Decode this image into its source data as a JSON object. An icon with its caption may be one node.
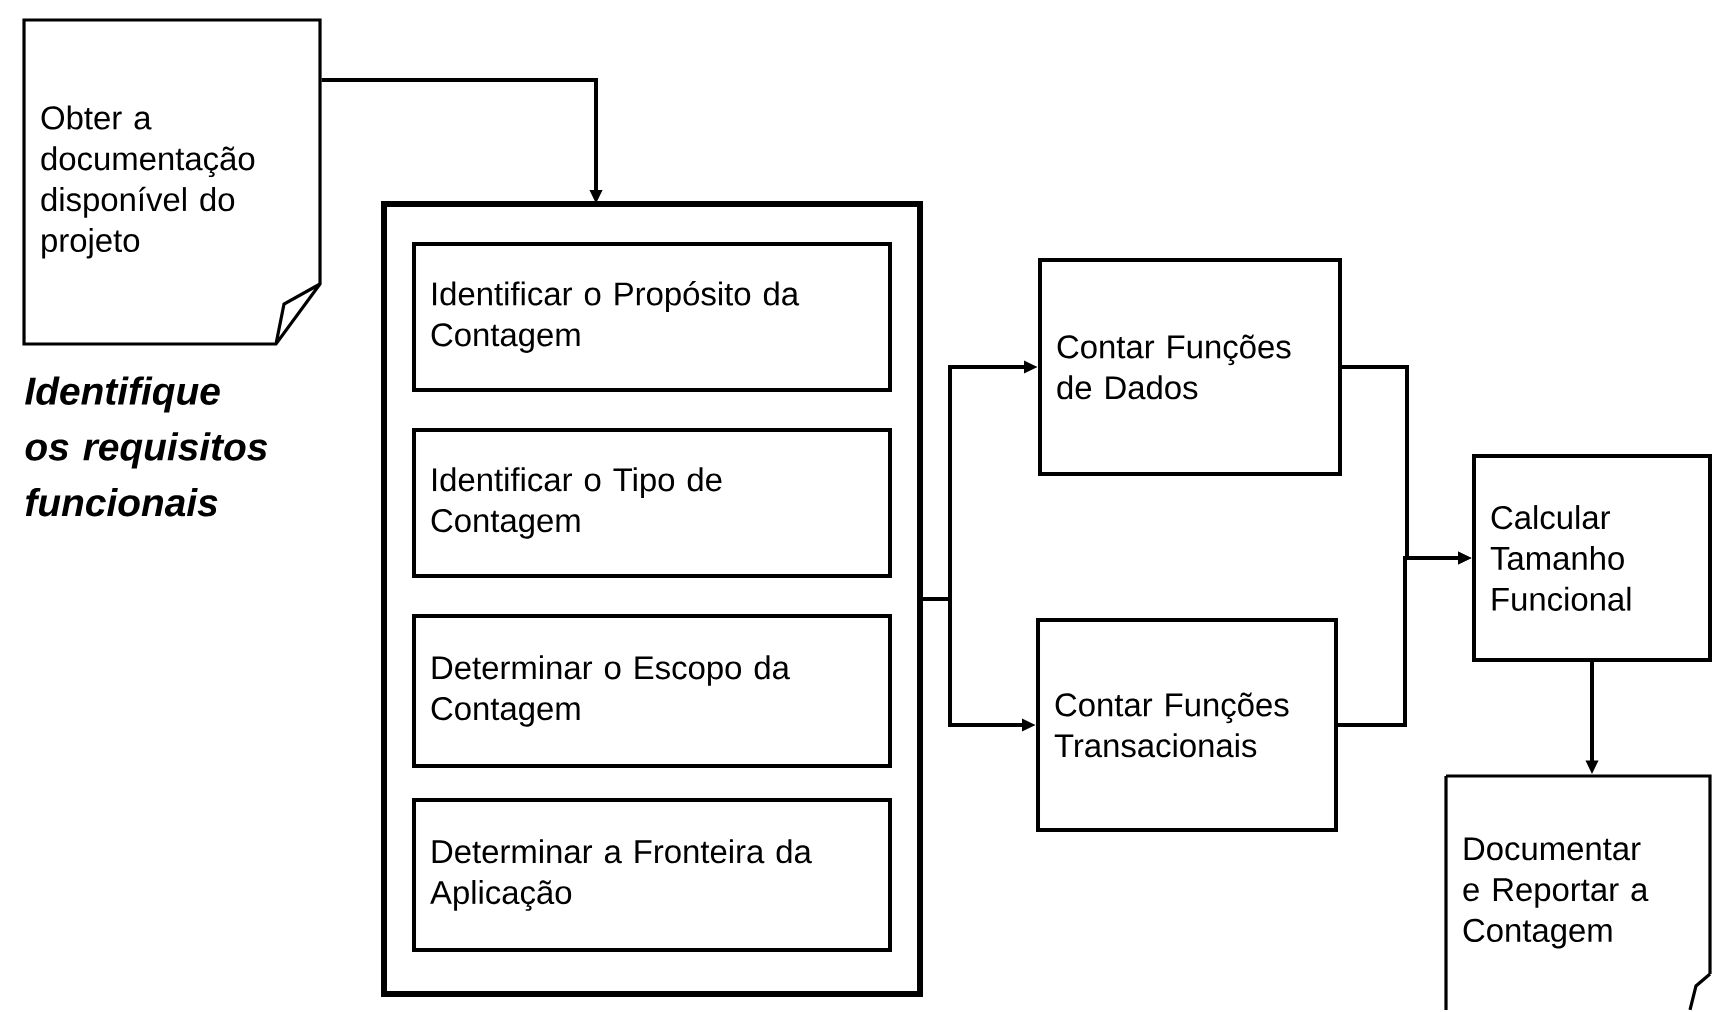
{
  "diagram": {
    "nodes": [
      {
        "text": [
          "Obter a documentação disponível do projeto"
        ],
        "beside": [
          "Identifique os requisitos funcionais"
        ]
      },
      {
        "text": [],
        "shape": "box"
      },
      {
        "text": [
          "Identificar o Propósito da Contagem"
        ],
        "in": 1
      },
      {
        "text": [
          "Identificar o Tipo de Contagem"
        ],
        "in": 1
      },
      {
        "text": [
          "Determinar o Escopo da Contagem"
        ],
        "in": 1
      },
      {
        "text": [
          "Determinar a Fronteira da Aplicação"
        ],
        "in": 1
      },
      {
        "text": [
          "Contar Funções de Dados"
        ]
      },
      {
        "text": [
          "Contar Funções Transacionais"
        ]
      },
      {
        "text": [
          "Calcular Tamanho Funcional"
        ]
      },
      {
        "text": [
          "Documentar e Reportar a Contagem"
        ]
      }
    ],
    "edges": [
      {
        "from": 0,
        "to": 1,
        "arrow": "to"
      },
      {
        "from": 1,
        "to": 6,
        "arrow": "to"
      },
      {
        "from": 1,
        "to": 7,
        "arrow": "to"
      },
      {
        "from": 6,
        "to": 8,
        "arrow": "to"
      },
      {
        "from": 7,
        "to": 8,
        "arrow": "to"
      },
      {
        "from": 8,
        "to": 9,
        "arrow": "to"
      }
    ]
  }
}
